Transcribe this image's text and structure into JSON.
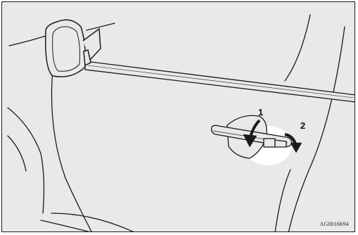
{
  "figure": {
    "callouts": [
      {
        "id": "1",
        "label": "1"
      },
      {
        "id": "2",
        "label": "2"
      }
    ],
    "figure_code": "AG0016694",
    "colors": {
      "background": "#e9e9e9",
      "line": "#1a1a1a",
      "highlight": "#ffffff",
      "arrow": "#1a1a1a"
    }
  }
}
